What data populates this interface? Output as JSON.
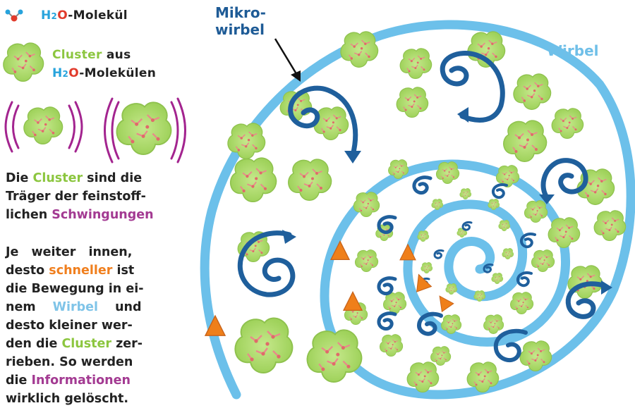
{
  "legend": {
    "molecule": {
      "h": "H",
      "sub": "2",
      "o": "O",
      "rest": "-Molekül"
    },
    "cluster": {
      "word": "Cluster",
      "aus": " aus",
      "h": "H",
      "sub": "2",
      "o": "O",
      "rest": "-Molekülen"
    },
    "carrier": {
      "line1a": "Die ",
      "line1b": "Cluster",
      "line1c": " sind die",
      "line2": "Träger der feinstoff-",
      "line3a": "lichen ",
      "line3b": "Schwingungen"
    },
    "para": {
      "p1": "Je weiter innen,",
      "p2a": "desto ",
      "p2b": "schneller",
      "p2c": " ist",
      "p3": "die Bewegung in ei-",
      "p4a": "nem ",
      "p4b": "Wirbel",
      "p4c": " und",
      "p5": "desto kleiner wer-",
      "p6a": "den die ",
      "p6b": "Cluster",
      "p6c": " zer-",
      "p7": "rieben. So werden",
      "p8a": "die ",
      "p8b": "Informationen",
      "p9": "wirklich gelöscht."
    }
  },
  "labels": {
    "mikro1": "Mikro-",
    "mikro2": "wirbel",
    "wirbel": "Wirbel"
  },
  "colors": {
    "vortex": "#6cc0ea",
    "microvortex": "#1f5f9c",
    "cluster_fill": "#b9e07a",
    "cluster_dots": "#f28f8f",
    "orange_arrow": "#ef7f1a",
    "vibration": "#a3248f"
  }
}
